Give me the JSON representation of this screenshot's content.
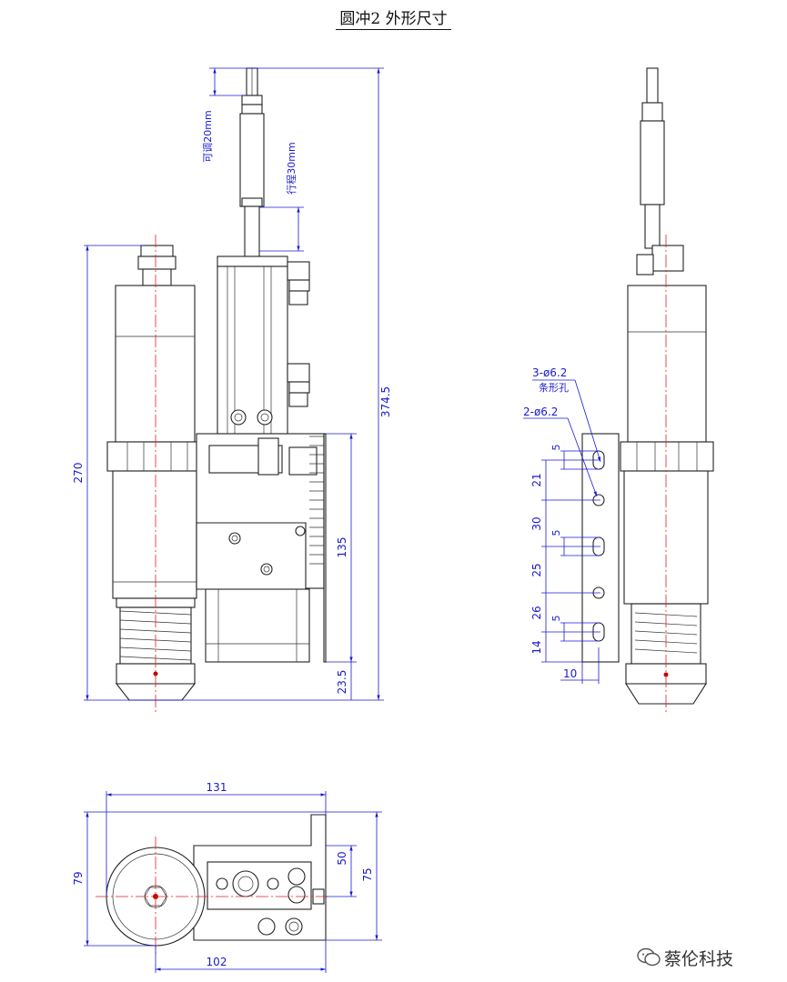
{
  "title": "圆冲2 外形尺寸",
  "dimensions": {
    "adjustable": "可调20mm",
    "stroke": "行程30mm",
    "overall_height": "374.5",
    "body_height": "270",
    "plate_height": "135",
    "bottom_offset": "23.5",
    "slot_holes": "3-ø6.2",
    "slot_label": "条形孔",
    "round_holes": "2-ø6.2",
    "slot_len_1": "5",
    "slot_len_2": "5",
    "slot_len_3": "5",
    "pitch_1": "21",
    "pitch_2": "30",
    "pitch_3": "25",
    "pitch_4": "26",
    "pitch_bottom": "14",
    "edge_offset": "10",
    "top_width": "131",
    "top_depth": "79",
    "plate_depth": "50",
    "side_depth": "75",
    "bottom_width": "102"
  },
  "watermark": "蔡伦科技",
  "colors": {
    "outline": "#222222",
    "dimension": "#1a1ad0",
    "centerline": "#e02020"
  }
}
